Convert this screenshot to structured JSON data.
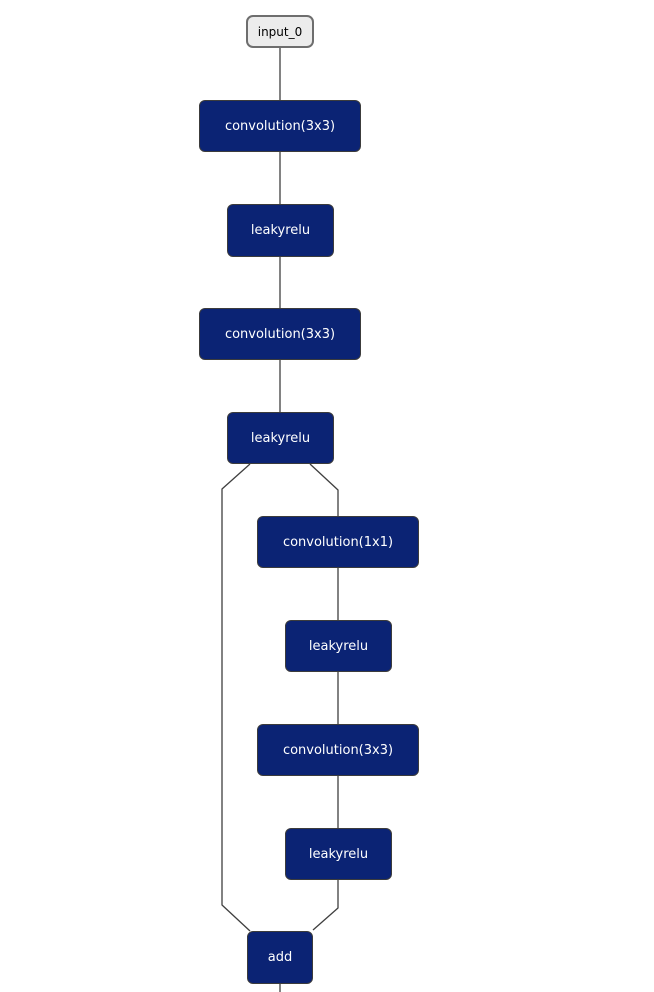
{
  "graph": {
    "title": "neural-network computation graph with residual skip connection",
    "nodes": [
      {
        "id": "input_0",
        "label": "input_0",
        "kind": "input"
      },
      {
        "id": "conv_1",
        "label": "convolution(3x3)",
        "kind": "op"
      },
      {
        "id": "lrelu_1",
        "label": "leakyrelu",
        "kind": "op"
      },
      {
        "id": "conv_2",
        "label": "convolution(3x3)",
        "kind": "op"
      },
      {
        "id": "lrelu_2",
        "label": "leakyrelu",
        "kind": "op"
      },
      {
        "id": "conv_3",
        "label": "convolution(1x1)",
        "kind": "op"
      },
      {
        "id": "lrelu_3",
        "label": "leakyrelu",
        "kind": "op"
      },
      {
        "id": "conv_4",
        "label": "convolution(3x3)",
        "kind": "op"
      },
      {
        "id": "lrelu_4",
        "label": "leakyrelu",
        "kind": "op"
      },
      {
        "id": "add_1",
        "label": "add",
        "kind": "op"
      }
    ],
    "edges": [
      [
        "input_0",
        "conv_1"
      ],
      [
        "conv_1",
        "lrelu_1"
      ],
      [
        "lrelu_1",
        "conv_2"
      ],
      [
        "conv_2",
        "lrelu_2"
      ],
      [
        "lrelu_2",
        "conv_3"
      ],
      [
        "lrelu_2",
        "add_1"
      ],
      [
        "conv_3",
        "lrelu_3"
      ],
      [
        "lrelu_3",
        "conv_4"
      ],
      [
        "conv_4",
        "lrelu_4"
      ],
      [
        "lrelu_4",
        "add_1"
      ],
      [
        "add_1",
        "offscreen"
      ]
    ],
    "colors": {
      "op_fill": "#0b2374",
      "op_border": "#3c3c3c",
      "op_text": "#ffffff",
      "input_fill": "#ececec",
      "input_border": "#6e6e6e",
      "input_text": "#000000",
      "edge": "#3f3f3f",
      "background": "#ffffff"
    }
  }
}
